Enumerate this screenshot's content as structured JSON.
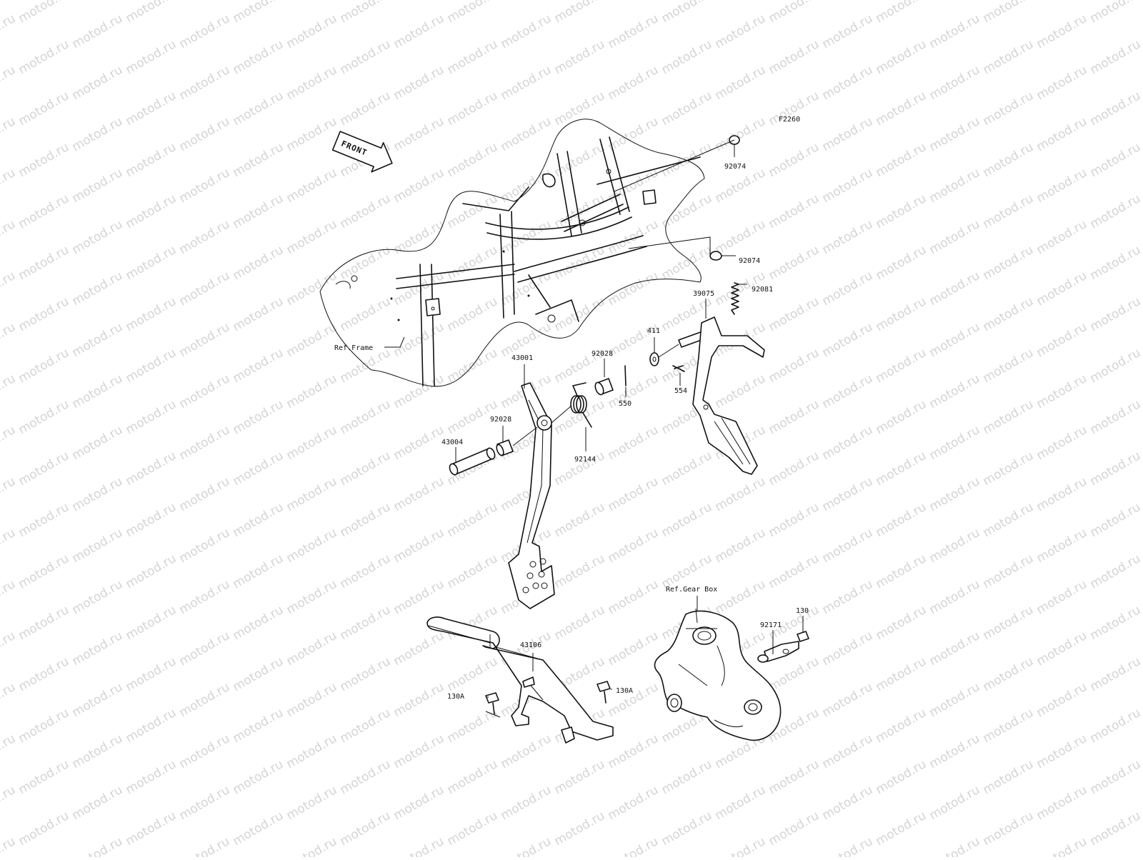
{
  "watermark": {
    "text": "motod.ru"
  },
  "figure_code": "F2260",
  "front_indicator": {
    "label": "FRONT"
  },
  "references": {
    "frame": "Ref.Frame",
    "gear_box": "Ref.Gear Box"
  },
  "callouts": [
    {
      "id": "c1",
      "label": "92074"
    },
    {
      "id": "c2",
      "label": "92074"
    },
    {
      "id": "c3",
      "label": "92081"
    },
    {
      "id": "c4",
      "label": "39075"
    },
    {
      "id": "c5",
      "label": "411"
    },
    {
      "id": "c6",
      "label": "554"
    },
    {
      "id": "c7",
      "label": "550"
    },
    {
      "id": "c8",
      "label": "92028"
    },
    {
      "id": "c9",
      "label": "43001"
    },
    {
      "id": "c10",
      "label": "92028"
    },
    {
      "id": "c11",
      "label": "43004"
    },
    {
      "id": "c12",
      "label": "92144"
    },
    {
      "id": "c13",
      "label": "43106"
    },
    {
      "id": "c14",
      "label": "130A"
    },
    {
      "id": "c15",
      "label": "130A"
    },
    {
      "id": "c16",
      "label": "92171"
    },
    {
      "id": "c17",
      "label": "130"
    }
  ],
  "icons": [
    "front-arrow-icon"
  ]
}
